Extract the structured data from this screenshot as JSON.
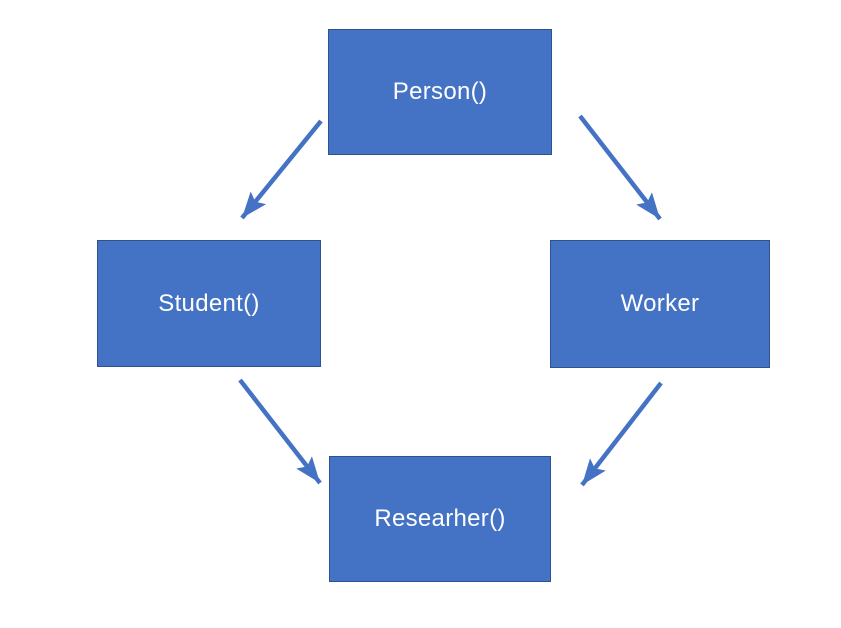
{
  "diagram": {
    "type": "flow-diagram",
    "background": "#FFFFFF",
    "colors": {
      "node_fill": "#4472C4",
      "node_border": "#2F528F",
      "node_text": "#FFFFFF",
      "arrow": "#4472C4"
    },
    "nodes": [
      {
        "id": "person",
        "label": "Person()"
      },
      {
        "id": "student",
        "label": "Student()"
      },
      {
        "id": "worker",
        "label": "Worker"
      },
      {
        "id": "researher",
        "label": "Researher()"
      }
    ],
    "edges": [
      {
        "from": "person",
        "to": "student",
        "direction": "down-left"
      },
      {
        "from": "person",
        "to": "worker",
        "direction": "down-right"
      },
      {
        "from": "student",
        "to": "researher",
        "direction": "down-right"
      },
      {
        "from": "worker",
        "to": "researher",
        "direction": "down-left"
      }
    ]
  }
}
